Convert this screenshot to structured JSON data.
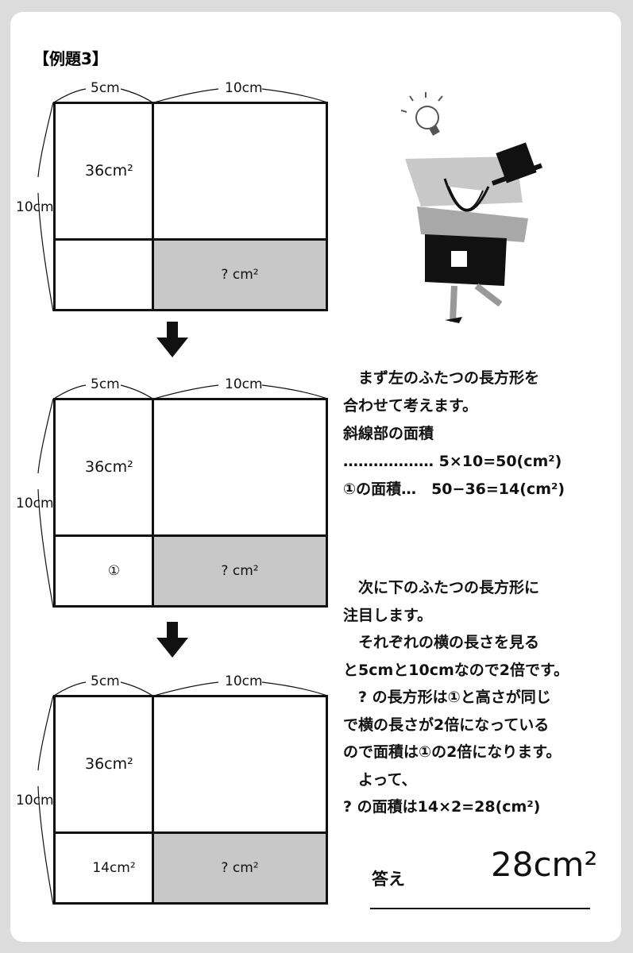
{
  "title": "【例題3】",
  "diagrams": [
    {
      "top_left": "5cm",
      "top_right": "10cm",
      "side": "10cm",
      "tl": "36cm²",
      "bl": "",
      "br": "? cm²"
    },
    {
      "top_left": "5cm",
      "top_right": "10cm",
      "side": "10cm",
      "tl": "36cm²",
      "bl": "①",
      "br": "? cm²"
    },
    {
      "top_left": "5cm",
      "top_right": "10cm",
      "side": "10cm",
      "tl": "36cm²",
      "bl": "14cm²",
      "br": "? cm²"
    }
  ],
  "explanation1": [
    "　まず左のふたつの長方形を",
    "合わせて考えます。",
    "斜線部の面積",
    "……………… 5×10=50(cm²)",
    "①の面積…　50−36=14(cm²)"
  ],
  "explanation2": [
    "　次に下のふたつの長方形に",
    "注目します。",
    "　それぞれの横の長さを見る",
    "と5cmと10cmなので2倍です。",
    "　? の長方形は①と高さが同じ",
    "で横の長さが2倍になっている",
    "ので面積は①の2倍になります。",
    "　よって、",
    "? の面積は14×2=28(cm²)"
  ],
  "answer": {
    "label": "答え",
    "value": "28cm²"
  }
}
